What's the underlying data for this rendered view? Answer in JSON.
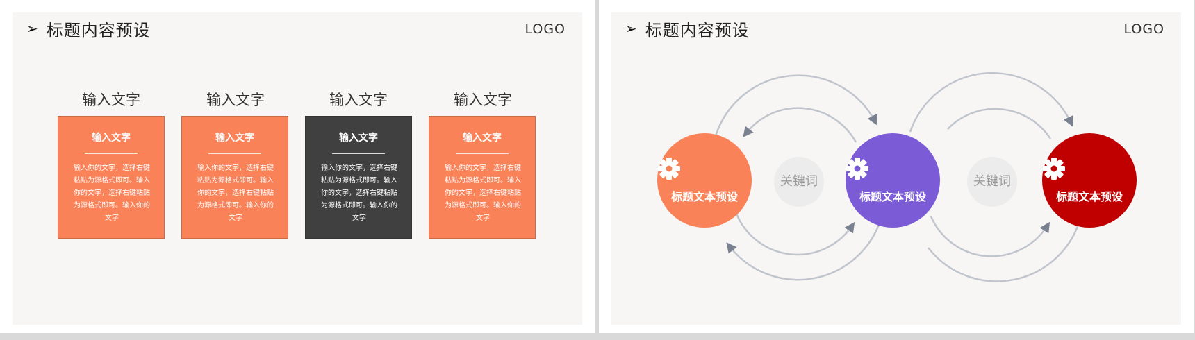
{
  "slides": [
    {
      "title_arrow": "➢",
      "title": "标题内容预设",
      "logo": "LOGO",
      "columns": [
        {
          "heading": "输入文字",
          "card_title": "输入文字",
          "card_text": "输入你的文字，选择右键粘贴为源格式即可。输入你的文字，选择右键粘贴为源格式即可。输入你的文字",
          "color": "#f98258"
        },
        {
          "heading": "输入文字",
          "card_title": "输入文字",
          "card_text": "输入你的文字，选择右键粘贴为源格式即可。输入你的文字，选择右键粘贴为源格式即可。输入你的文字",
          "color": "#f98258"
        },
        {
          "heading": "输入文字",
          "card_title": "输入文字",
          "card_text": "输入你的文字，选择右键粘贴为源格式即可。输入你的文字，选择右键粘贴为源格式即可。输入你的文字",
          "color": "#404040"
        },
        {
          "heading": "输入文字",
          "card_title": "输入文字",
          "card_text": "输入你的文字，选择右键粘贴为源格式即可。输入你的文字，选择右键粘贴为源格式即可。输入你的文字",
          "color": "#f98258"
        }
      ]
    },
    {
      "title_arrow": "➢",
      "title": "标题内容预设",
      "logo": "LOGO",
      "circles": [
        {
          "label": "标题文本预设",
          "icon": "gear-icon",
          "color": "#f98258"
        },
        {
          "label": "标题文本预设",
          "icon": "gear-icon",
          "color": "#7b5bd6"
        },
        {
          "label": "标题文本预设",
          "icon": "gear-icon",
          "color": "#c00000"
        }
      ],
      "keywords": [
        "关键词",
        "关键词"
      ],
      "arc_color": "#c0c4cc",
      "arrowhead_color": "#7a8190"
    }
  ]
}
